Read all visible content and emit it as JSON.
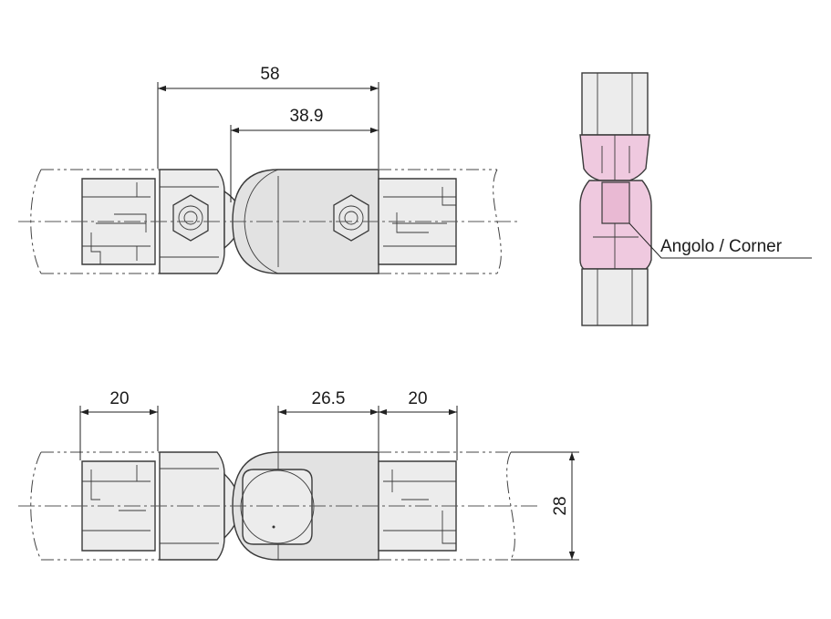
{
  "dimensions": {
    "top_overall": "58",
    "top_inner": "38.9",
    "bottom_left": "20",
    "bottom_middle": "26.5",
    "bottom_right": "20",
    "height": "28"
  },
  "callout": {
    "label": "Angolo / Corner"
  },
  "colors": {
    "highlight": "#efc9df",
    "part_fill": "#ececec",
    "line": "#3a3a3a"
  }
}
